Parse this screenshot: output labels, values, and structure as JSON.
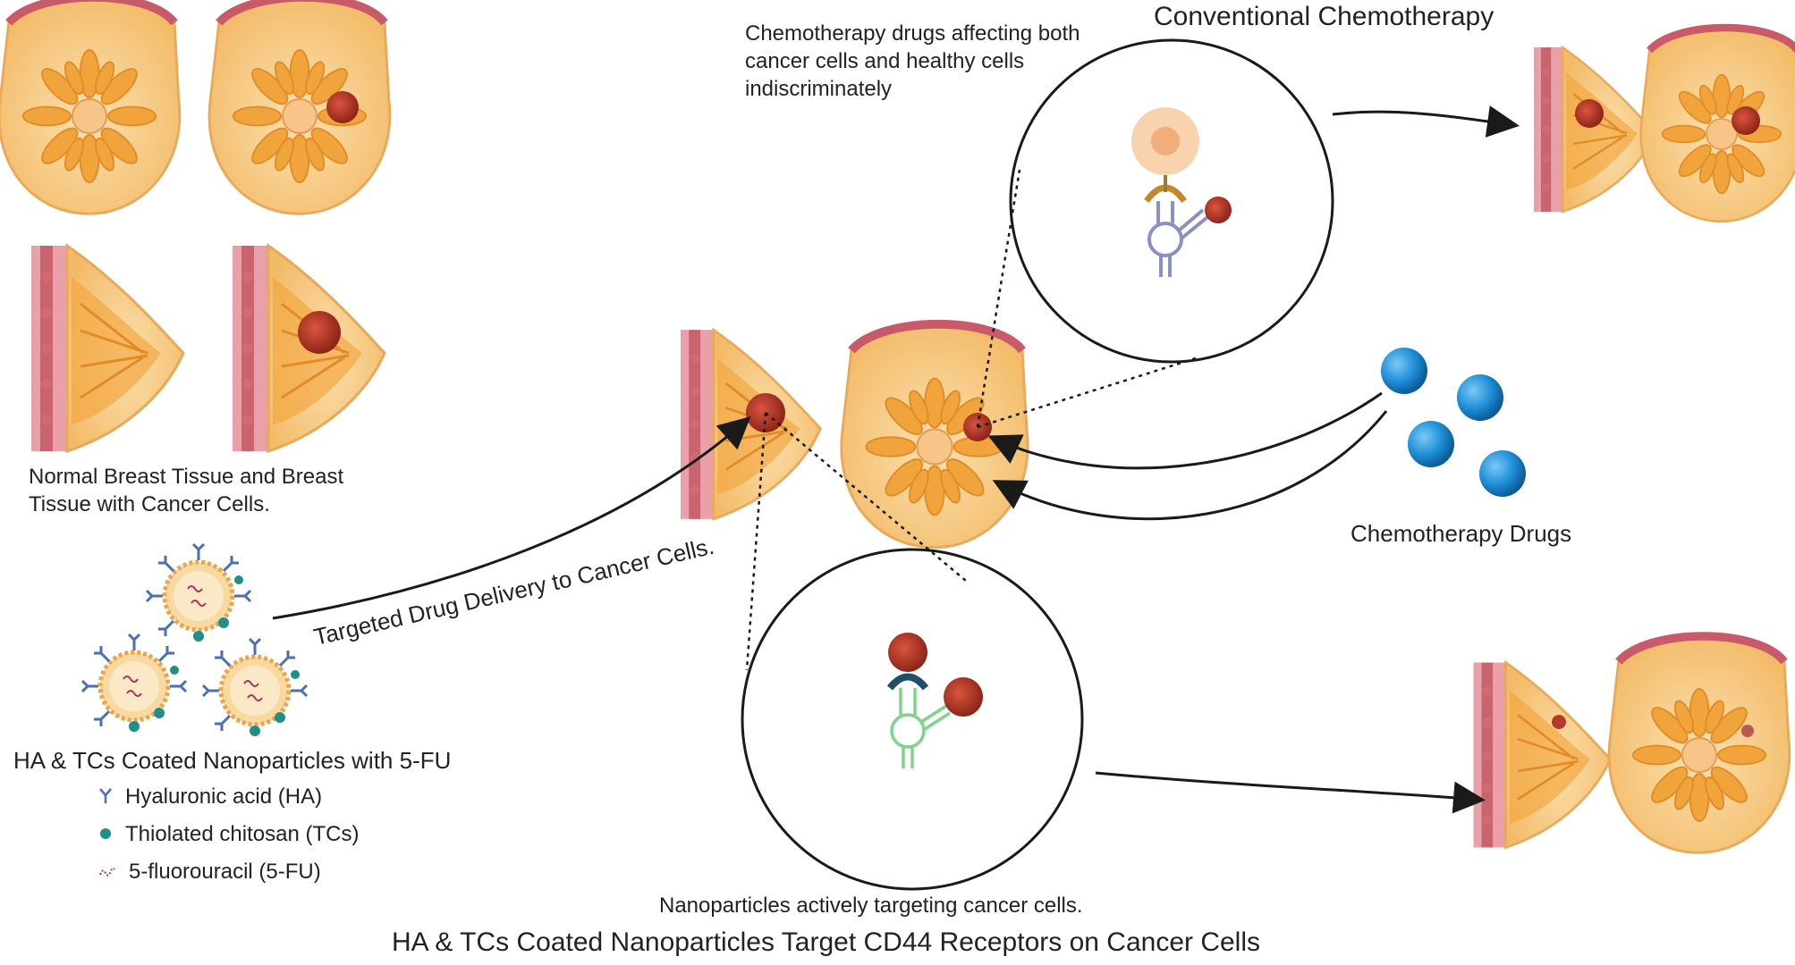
{
  "labels": {
    "normal_tissue_line1": "Normal Breast Tissue and Breast",
    "normal_tissue_line2": "Tissue with Cancer Cells.",
    "chemo_effect_line1": "Chemotherapy drugs affecting both",
    "chemo_effect_line2": "cancer cells and healthy cells",
    "chemo_effect_line3": "indiscriminately",
    "conventional": "Conventional Chemotherapy",
    "chemo_drugs": "Chemotherapy Drugs",
    "targeted_delivery": "Targeted Drug Delivery to Cancer Cells.",
    "nanoparticles_title": "HA & TCs Coated Nanoparticles with 5-FU",
    "nano_targeting": "Nanoparticles actively targeting cancer cells.",
    "footer_title": "HA & TCs Coated Nanoparticles Target CD44 Receptors on Cancer Cells"
  },
  "legend": [
    {
      "icon": "y-receptor-icon",
      "label": "Hyaluronic acid (HA)",
      "color": "#4a6fb5"
    },
    {
      "icon": "teal-dot-icon",
      "label": "Thiolated chitosan (TCs)",
      "color": "#1f8f8a"
    },
    {
      "icon": "squiggle-icon",
      "label": "5-fluorouracil (5-FU)",
      "color": "#b0305a"
    }
  ],
  "colors": {
    "breast_skin": "#f6c77e",
    "lobule": "#f2a43c",
    "tumor": "#b23a2a",
    "drug_blue": "#1e8fd6",
    "skin_edge": "#c85a6a"
  }
}
